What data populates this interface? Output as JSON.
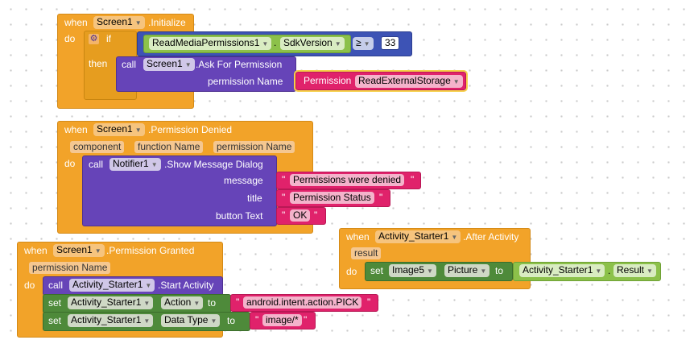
{
  "block1": {
    "when": "when",
    "component": "Screen1",
    "event": ".Initialize",
    "do": "do",
    "if": "if",
    "cond_component": "ReadMediaPermissions1",
    "dot": ".",
    "cond_prop": "SdkVersion",
    "op": "≥",
    "num": "33",
    "then": "then",
    "call": "call",
    "call_component": "Screen1",
    "method": ".Ask For Permission",
    "arg_label": "permission Name",
    "perm_label": "Permission",
    "perm_value": "ReadExternalStorage"
  },
  "block2": {
    "when": "when",
    "component": "Screen1",
    "event": ".Permission Denied",
    "params": [
      "component",
      "function Name",
      "permission Name"
    ],
    "do": "do",
    "call": "call",
    "call_component": "Notifier1",
    "method": ".Show Message Dialog",
    "args": [
      {
        "label": "message",
        "value": "Permissions were denied"
      },
      {
        "label": "title",
        "value": "Permission Status"
      },
      {
        "label": "button Text",
        "value": "OK"
      }
    ]
  },
  "block3": {
    "when": "when",
    "component": "Screen1",
    "event": ".Permission Granted",
    "param": "permission Name",
    "do": "do",
    "call": "call",
    "call_component": "Activity_Starter1",
    "method": ".Start Activity",
    "set": "set",
    "to": "to",
    "set1_component": "Activity_Starter1",
    "set1_prop": "Action",
    "set1_value": "android.intent.action.PICK",
    "set2_component": "Activity_Starter1",
    "set2_prop": "Data Type",
    "set2_value": "image/*"
  },
  "block4": {
    "when": "when",
    "component": "Activity_Starter1",
    "event": ".After Activity",
    "param": "result",
    "do": "do",
    "set": "set",
    "set_component": "Image5",
    "set_prop": "Picture",
    "to": "to",
    "val_component": "Activity_Starter1",
    "val_prop": "Result"
  },
  "quote": "\""
}
